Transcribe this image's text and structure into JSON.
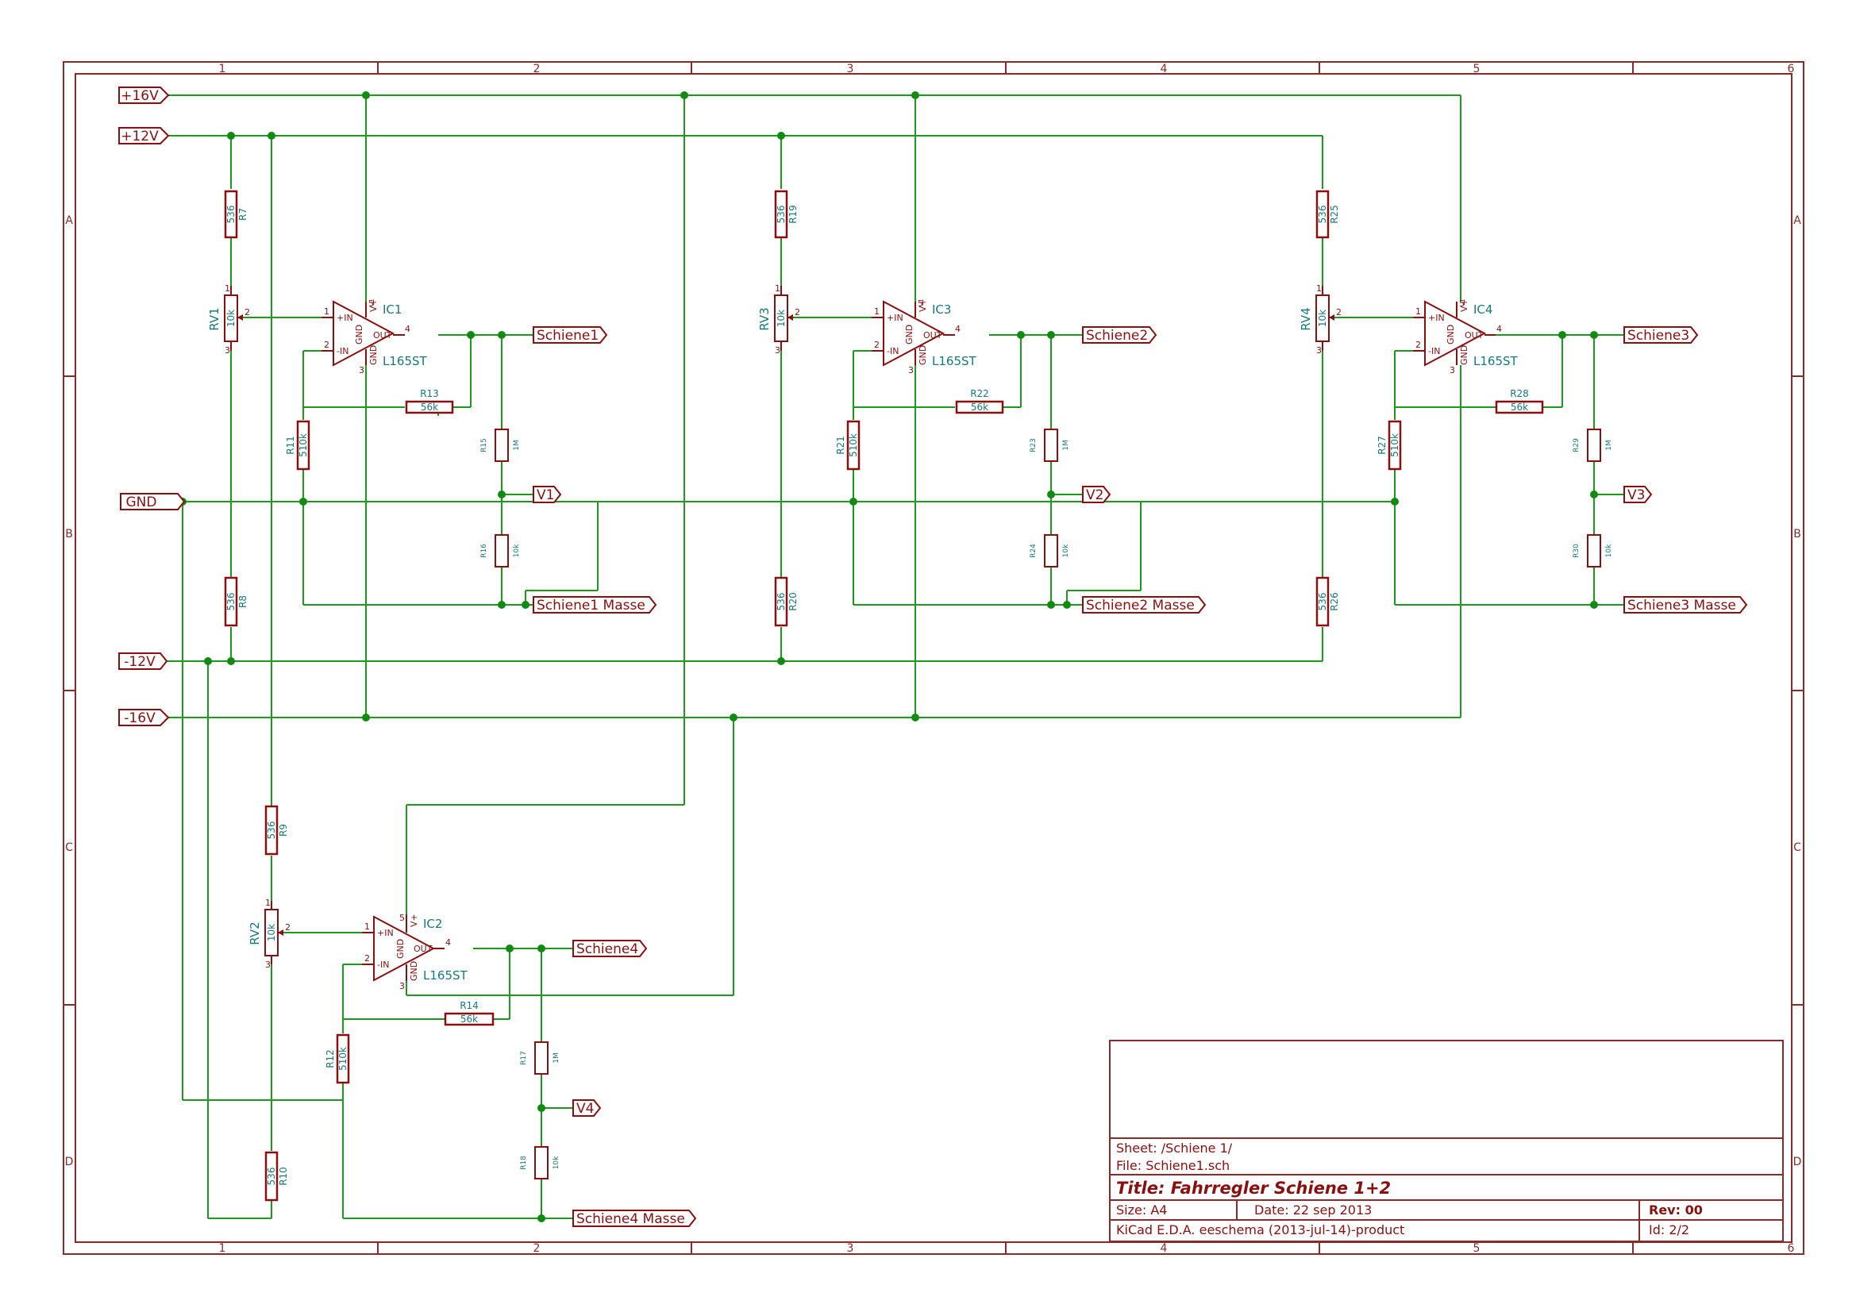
{
  "frame": {
    "columns": [
      "1",
      "2",
      "3",
      "4",
      "5",
      "6"
    ],
    "rows": [
      "A",
      "B",
      "C",
      "D"
    ]
  },
  "ports": {
    "p16v": "+16V",
    "p12v": "+12V",
    "gnd": "GND",
    "m12v": "-12V",
    "m16v": "-16V"
  },
  "labels": {
    "schiene1": "Schiene1",
    "schiene2": "Schiene2",
    "schiene3": "Schiene3",
    "schiene4": "Schiene4",
    "schiene1_masse": "Schiene1 Masse",
    "schiene2_masse": "Schiene2 Masse",
    "schiene3_masse": "Schiene3 Masse",
    "schiene4_masse": "Schiene4 Masse",
    "v1": "V1",
    "v2": "V2",
    "v3": "V3",
    "v4": "V4"
  },
  "opamp": {
    "model": "L165ST",
    "in_plus": "+IN",
    "in_minus": "-IN",
    "out": "OUT",
    "gnd": "GND",
    "vplus": "V+",
    "pins": {
      "p1": "1",
      "p2": "2",
      "p3": "3",
      "p4": "4",
      "p5": "5"
    }
  },
  "pot_pins": {
    "p1": "1",
    "p2": "2",
    "p3": "3"
  },
  "components": {
    "IC1": "IC1",
    "IC2": "IC2",
    "IC3": "IC3",
    "IC4": "IC4",
    "RV1": "RV1",
    "RV2": "RV2",
    "RV3": "RV3",
    "RV4": "RV4",
    "R7": "R7",
    "R8": "R8",
    "R9": "R9",
    "R10": "R10",
    "R11": "R11",
    "R12": "R12",
    "R13": "R13",
    "R14": "R14",
    "R15": "R15",
    "R16": "R16",
    "R17": "R17",
    "R18": "R18",
    "R19": "R19",
    "R20": "R20",
    "R21": "R21",
    "R22": "R22",
    "R23": "R23",
    "R24": "R24",
    "R25": "R25",
    "R26": "R26",
    "R27": "R27",
    "R28": "R28",
    "R29": "R29",
    "R30": "R30"
  },
  "values": {
    "v536": "536",
    "v10k": "10k",
    "v510k": "510k",
    "v56k": "56k",
    "v1M": "1M"
  },
  "title_block": {
    "sheet": "Sheet: /Schiene 1/",
    "file": "File: Schiene1.sch",
    "title": "Title: Fahrregler Schiene 1+2",
    "size": "Size: A4",
    "date": "Date: 22 sep 2013",
    "rev": "Rev: 00",
    "tool": "KiCad E.D.A.  eeschema (2013-jul-14)-product",
    "id": "Id: 2/2"
  }
}
